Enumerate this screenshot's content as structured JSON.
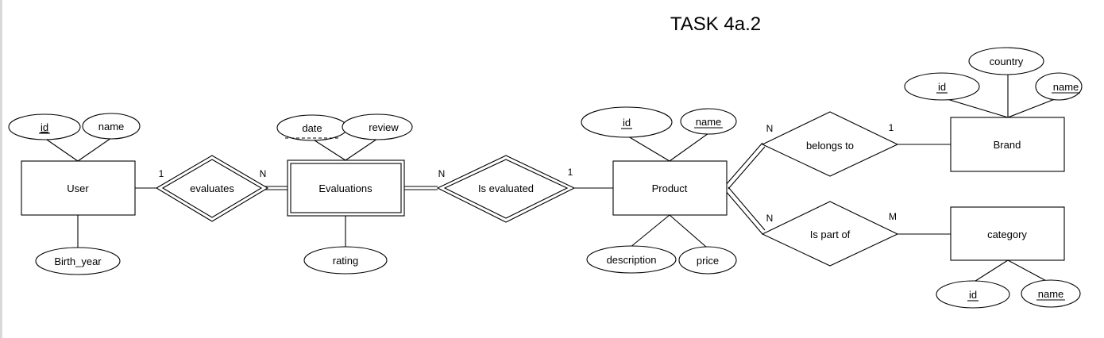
{
  "title": "TASK 4a.2",
  "entities": {
    "user": "User",
    "evaluations": "Evaluations",
    "product": "Product",
    "brand": "Brand",
    "category": "category"
  },
  "relationships": {
    "evaluates": "evaluates",
    "is_evaluated": "Is evaluated",
    "belongs_to": "belongs to",
    "is_part_of": "Is part of"
  },
  "attributes": {
    "user_id": "id",
    "user_name": "name",
    "user_birth_year": "Birth_year",
    "eval_date": "date",
    "eval_review": "review",
    "eval_rating": "rating",
    "product_id": "id",
    "product_name": "name",
    "product_description": "description",
    "product_price": "price",
    "brand_id": "id",
    "brand_country": "country",
    "brand_name": "name",
    "category_id": "id",
    "category_name": "name"
  },
  "cardinalities": {
    "user_evaluates": "1",
    "evaluates_evaluations": "N",
    "evaluations_is_evaluated": "N",
    "is_evaluated_product": "1",
    "product_belongs_to": "N",
    "belongs_to_brand": "1",
    "product_is_part_of": "N",
    "is_part_of_category": "M"
  }
}
